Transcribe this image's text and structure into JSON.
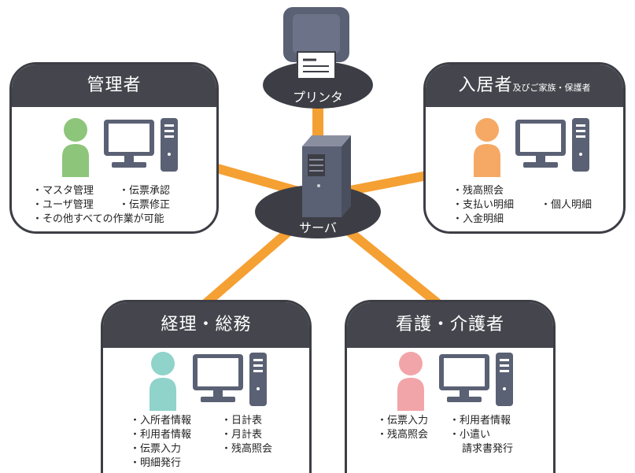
{
  "colors": {
    "link": "#f5a033",
    "card_header": "#45464d",
    "hub": "#3d3e45",
    "device": "#5b6174",
    "admin_person": "#8dc57a",
    "resident_person": "#f5a964",
    "accounting_person": "#8fd3cb",
    "nursing_person": "#f2a5a8"
  },
  "printer": {
    "label": "プリンタ",
    "icon": "printer-icon"
  },
  "server": {
    "label": "サーバ",
    "icon": "server-icon"
  },
  "admin": {
    "title": "管理者",
    "col1": [
      "マスタ管理",
      "ユーザ管理"
    ],
    "col2": [
      "伝票承認",
      "伝票修正"
    ],
    "wide": "その他すべての作業が可能"
  },
  "resident": {
    "title": "入居者",
    "subtitle": "及びご家族・保護者",
    "col1": [
      "残高照会",
      "支払い明細",
      "入金明細"
    ],
    "col2": [
      "個人明細"
    ]
  },
  "accounting": {
    "title": "経理・総務",
    "col1": [
      "入所者情報",
      "利用者情報",
      "伝票入力",
      "明細発行"
    ],
    "col2": [
      "日計表",
      "月計表",
      "残高照会"
    ]
  },
  "nursing": {
    "title": "看護・介護者",
    "col1": [
      "伝票入力",
      "残高照会"
    ],
    "col2": [
      "利用者情報",
      "小遣い"
    ],
    "col2_continuation": "請求書発行"
  }
}
